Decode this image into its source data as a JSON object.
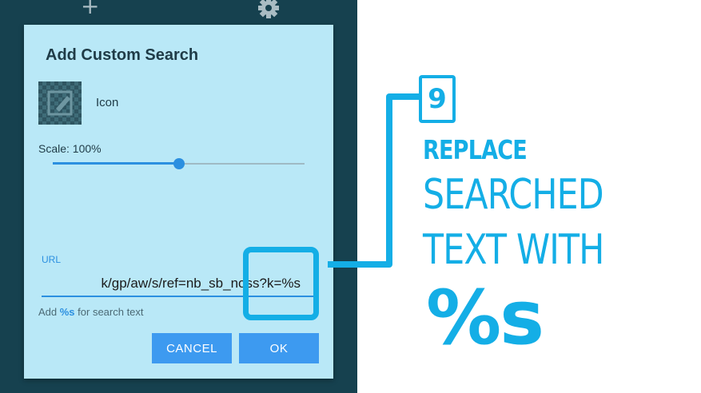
{
  "topbar": {
    "add_icon": "plus-icon",
    "settings_icon": "gear-icon"
  },
  "dialog": {
    "title": "Add Custom Search",
    "icon_label": "Icon",
    "scale_label": "Scale: 100%",
    "scale_fraction": 0.5,
    "url_label": "URL",
    "url_value": "k/gp/aw/s/ref=nb_sb_noss?k=%s",
    "helper_prefix": "Add ",
    "helper_highlight": "%s",
    "helper_suffix": " for search text",
    "cancel_label": "CANCEL",
    "ok_label": "OK"
  },
  "annotation": {
    "step_number": "9",
    "line1": "REPLACE",
    "line2": "SEARCHED",
    "line3": "TEXT WITH",
    "line4": "%s"
  },
  "colors": {
    "accent": "#14aee6",
    "dialog_bg": "#b9e8f7",
    "phone_bg": "#16414f",
    "button_bg": "#3d9af0"
  }
}
